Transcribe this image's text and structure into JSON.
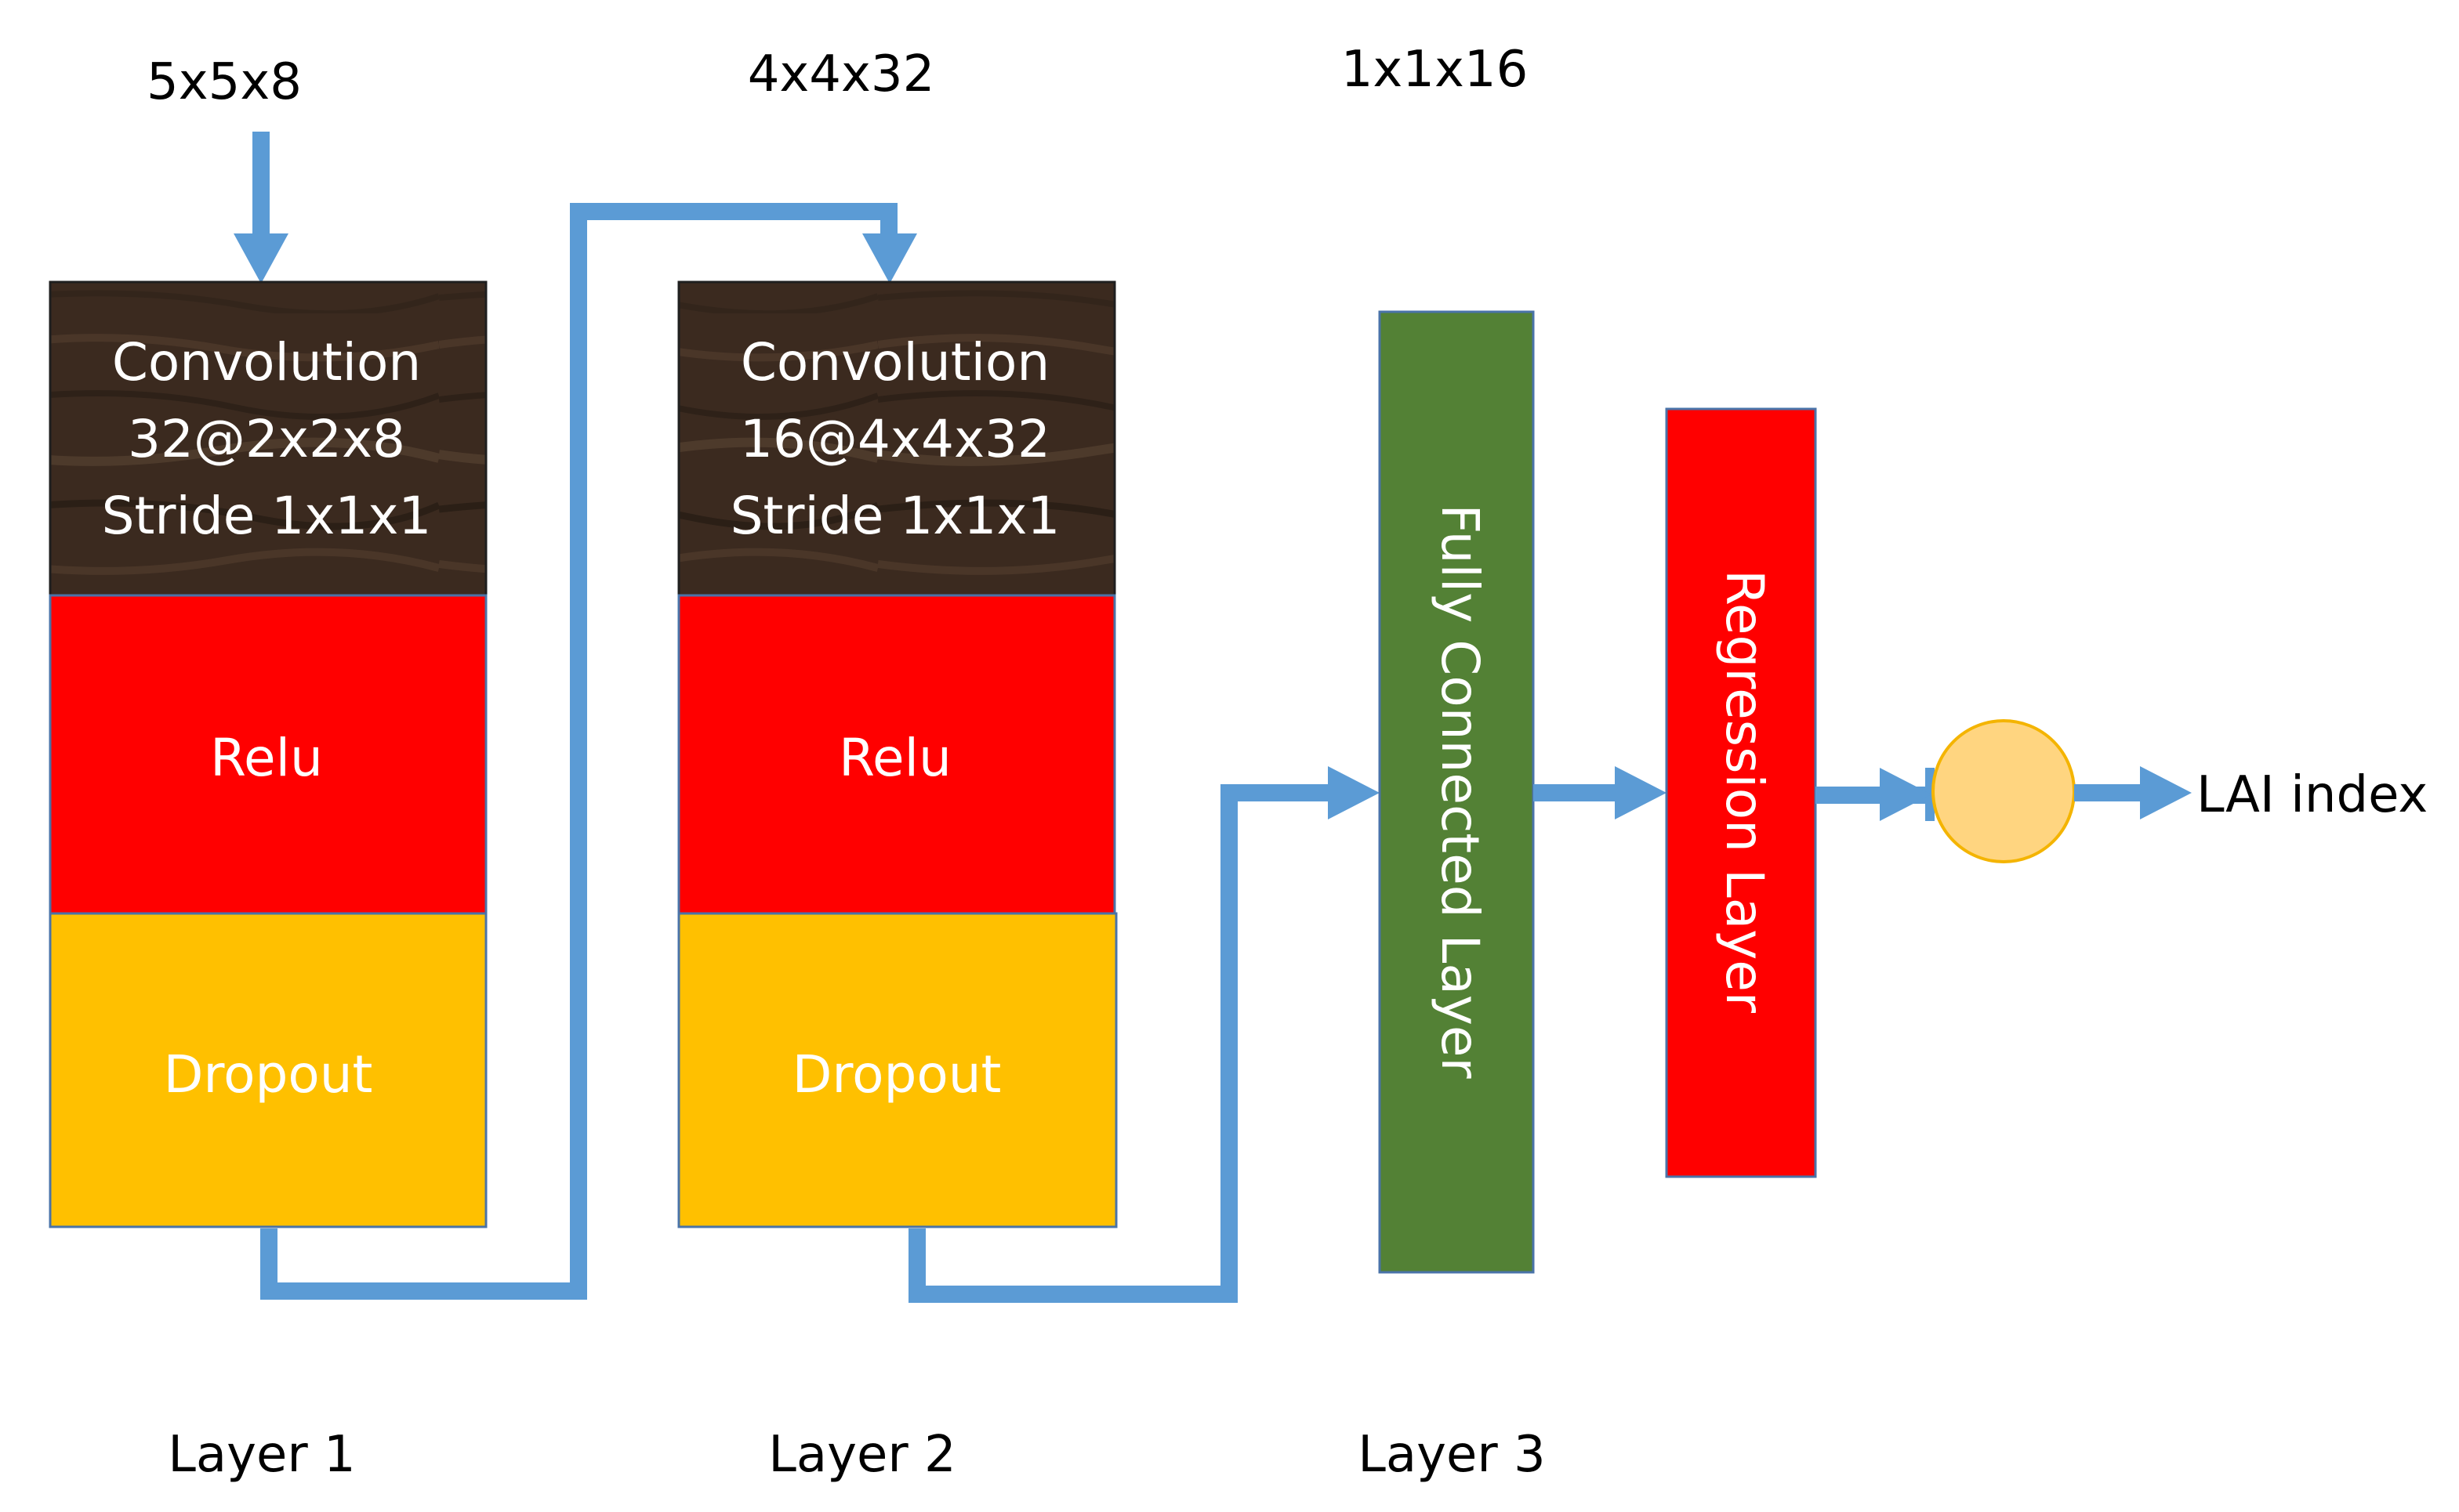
{
  "dimensions": {
    "input": "5x5x8",
    "after_layer1": "4x4x32",
    "after_layer2": "1x1x16"
  },
  "layer1": {
    "caption": "Layer 1",
    "conv": {
      "line1": "Convolution",
      "line2": "32@2x2x8",
      "line3": "Stride 1x1x1"
    },
    "relu": "Relu",
    "dropout": "Dropout"
  },
  "layer2": {
    "caption": "Layer 2",
    "conv": {
      "line1": "Convolution",
      "line2": "16@4x4x32",
      "line3": "Stride 1x1x1"
    },
    "relu": "Relu",
    "dropout": "Dropout"
  },
  "layer3": {
    "caption": "Layer 3",
    "fully_connected": "Fully Connected Layer",
    "regression": "Regression Layer"
  },
  "output": {
    "label": "LAI index"
  },
  "colors": {
    "arrow": "#5b9bd5",
    "conv_block": "#3b2a1f",
    "relu_block": "#ff0000",
    "dropout_block": "#ffc000",
    "fully_connected_block": "#538135",
    "regression_block": "#ff0000",
    "output_node": "#ffd580",
    "output_node_stroke": "#f4b400",
    "box_text": "#ffffff",
    "label_text": "#000000"
  }
}
